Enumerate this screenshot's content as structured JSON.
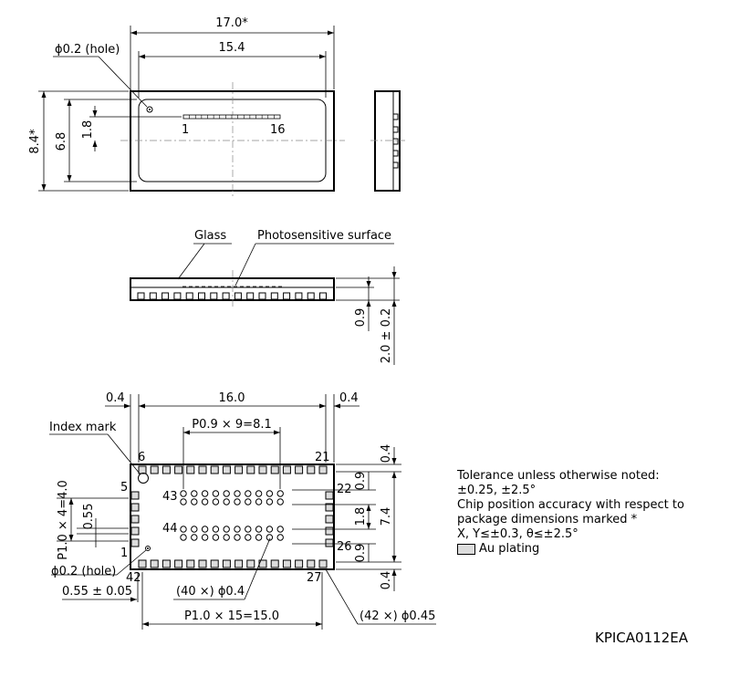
{
  "top_view": {
    "dim_overall_width": "17.0*",
    "dim_inner_width": "15.4",
    "dim_overall_height": "8.4*",
    "dim_inner_height": "6.8",
    "dim_offset": "1.8",
    "hole_label": "ϕ0.2 (hole)",
    "pixel_start": "1",
    "pixel_end": "16"
  },
  "side_view": {
    "glass_label": "Glass",
    "surface_label": "Photosensitive surface",
    "dim_small": "0.9",
    "dim_total": "2.0 ± 0.2"
  },
  "bottom_view": {
    "dim_left_margin": "0.4",
    "dim_width": "16.0",
    "dim_right_margin": "0.4",
    "ball_pitch": "P0.9 × 9=8.1",
    "index_mark_label": "Index mark",
    "left_pitch": "P1.0 × 4=4.0",
    "left_offset": "0.55",
    "hole_label": "ϕ0.2 (hole)",
    "pad_width": "0.55 ± 0.05",
    "ball_diameter": "(40 ×) ϕ0.4",
    "bottom_pitch": "P1.0 × 15=15.0",
    "pad_diameter": "(42 ×) ϕ0.45",
    "right_top": "0.4",
    "right_09a": "0.9",
    "right_18": "1.8",
    "right_74": "7.4",
    "right_09b": "0.9",
    "right_bottom": "0.4",
    "pin_labels": {
      "p1": "1",
      "p5": "5",
      "p6": "6",
      "p21": "21",
      "p22": "22",
      "p26": "26",
      "p27": "27",
      "p42": "42",
      "p43": "43",
      "p44": "44"
    }
  },
  "notes": {
    "line1": "Tolerance unless otherwise noted:",
    "line2": "±0.25, ±2.5°",
    "line3": "Chip position accuracy with respect to",
    "line4": "package dimensions marked *",
    "line5": "X, Y≤±0.3, θ≤±2.5°",
    "legend": "Au plating"
  },
  "doc_code": "KPICA0112EA"
}
